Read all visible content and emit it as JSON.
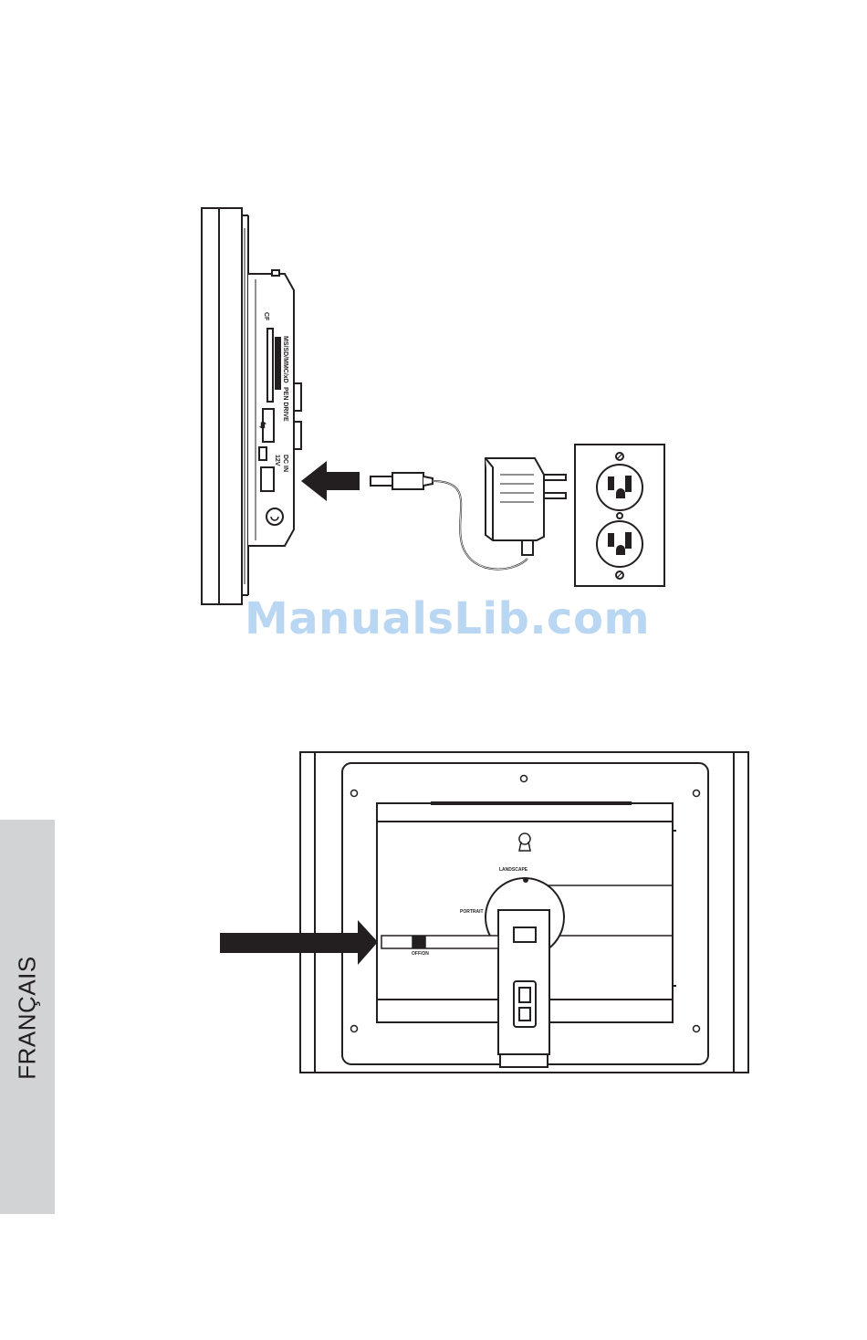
{
  "side_tab": {
    "label": "FRANÇAIS",
    "color": "#d1d3d4"
  },
  "watermark": {
    "text": "ManualsLib.com",
    "color": "#b9d6f2"
  },
  "side_view": {
    "port_labels": {
      "cf": "CF",
      "ms_sd": "MS/SD/MMC/xD",
      "pen_drive": "PEN DRIVE",
      "dc_in": "DC IN",
      "voltage": "12V"
    }
  },
  "back_view": {
    "labels": {
      "landscape": "LANDSCAPE",
      "portrait": "PORTRAIT",
      "switch": "OFF/ON"
    }
  }
}
